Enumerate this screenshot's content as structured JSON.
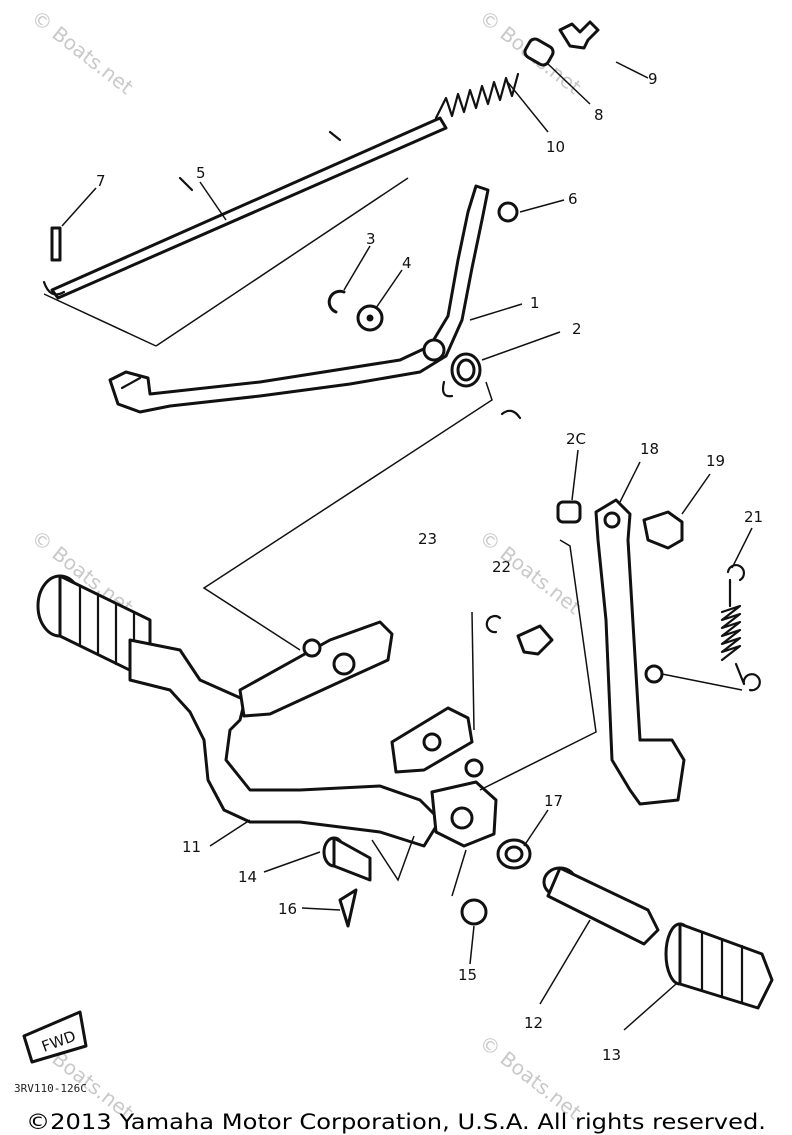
{
  "callouts": {
    "c1": "1",
    "c2": "2",
    "c3": "3",
    "c4": "4",
    "c5": "5",
    "c6": "6",
    "c7": "7",
    "c8": "8",
    "c9": "9",
    "c10": "10",
    "c11": "11",
    "c12": "12",
    "c13": "13",
    "c14": "14",
    "c15": "15",
    "c16": "16",
    "c17": "17",
    "c18": "18",
    "c19": "19",
    "c20": "2C",
    "c21": "21",
    "c22": "22",
    "c23": "23"
  },
  "watermark": "© Boats.net",
  "diagram_code": "3RV110-126C",
  "fwd_label": "FWD",
  "copyright": "©2013 Yamaha Motor Corporation, U.S.A. All rights reserved."
}
